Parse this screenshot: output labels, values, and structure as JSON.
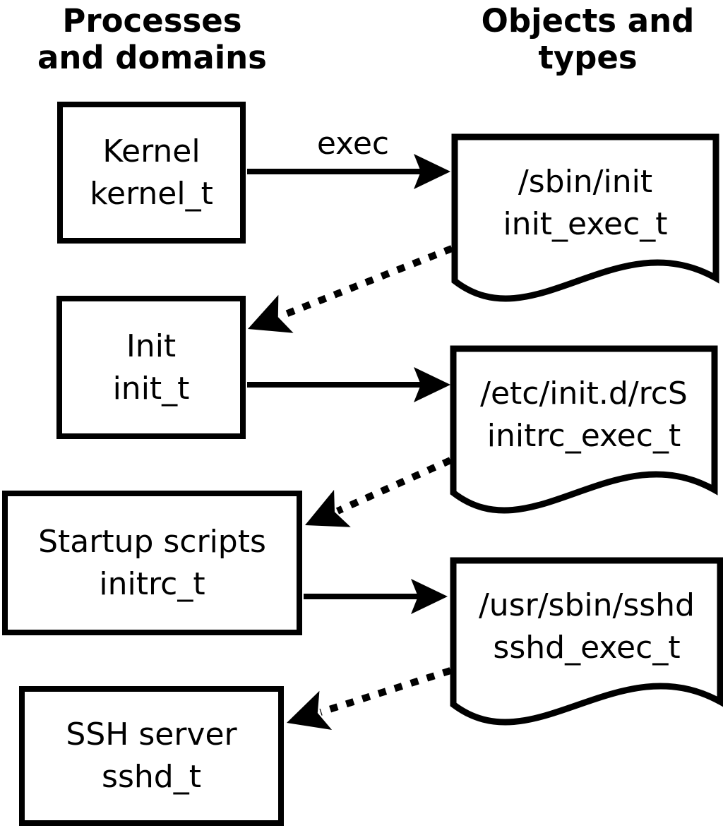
{
  "headers": {
    "left": {
      "line1": "Processes",
      "line2": "and domains"
    },
    "right": {
      "line1": "Objects and",
      "line2": "types"
    }
  },
  "processes": [
    {
      "name": "Kernel",
      "domain": "kernel_t"
    },
    {
      "name": "Init",
      "domain": "init_t"
    },
    {
      "name": "Startup scripts",
      "domain": "initrc_t"
    },
    {
      "name": "SSH server",
      "domain": "sshd_t"
    }
  ],
  "objects": [
    {
      "path": "/sbin/init",
      "type": "init_exec_t"
    },
    {
      "path": "/etc/init.d/rcS",
      "type": "initrc_exec_t"
    },
    {
      "path": "/usr/sbin/sshd",
      "type": "sshd_exec_t"
    }
  ],
  "edges": {
    "exec_label": "exec"
  },
  "colors": {
    "line": "#000000",
    "background": "#ffffff"
  }
}
